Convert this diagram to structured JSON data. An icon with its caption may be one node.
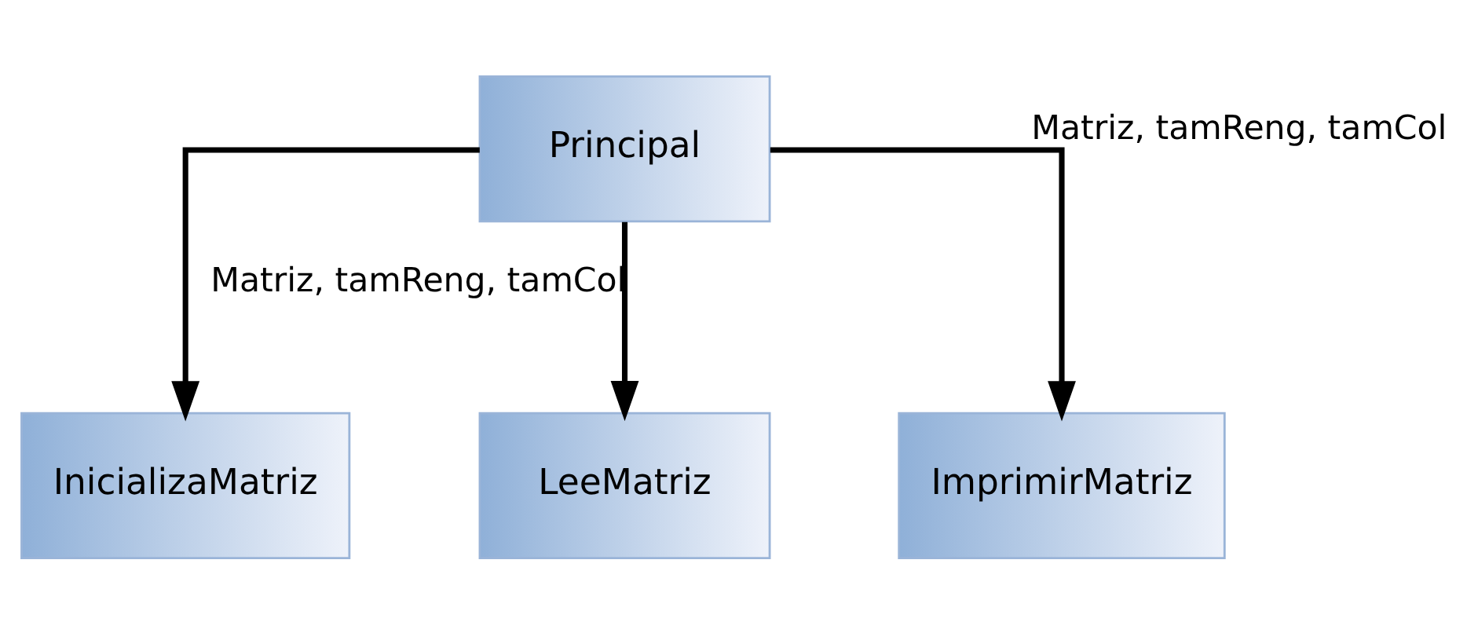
{
  "diagram": {
    "nodes": [
      {
        "text": [
          "Principal"
        ]
      },
      {
        "text": [
          "InicializaMatriz"
        ]
      },
      {
        "text": [
          "LeeMatriz"
        ]
      },
      {
        "text": [
          "ImprimirMatriz"
        ]
      }
    ],
    "edges": [
      {
        "from": 0,
        "to": 1,
        "arrow": "to"
      },
      {
        "from": 0,
        "to": 2,
        "arrow": "to",
        "label": "Matriz, tamReng, tamCol"
      },
      {
        "from": 0,
        "to": 3,
        "arrow": "to",
        "label": "Matriz, tamReng, tamCol"
      }
    ]
  }
}
